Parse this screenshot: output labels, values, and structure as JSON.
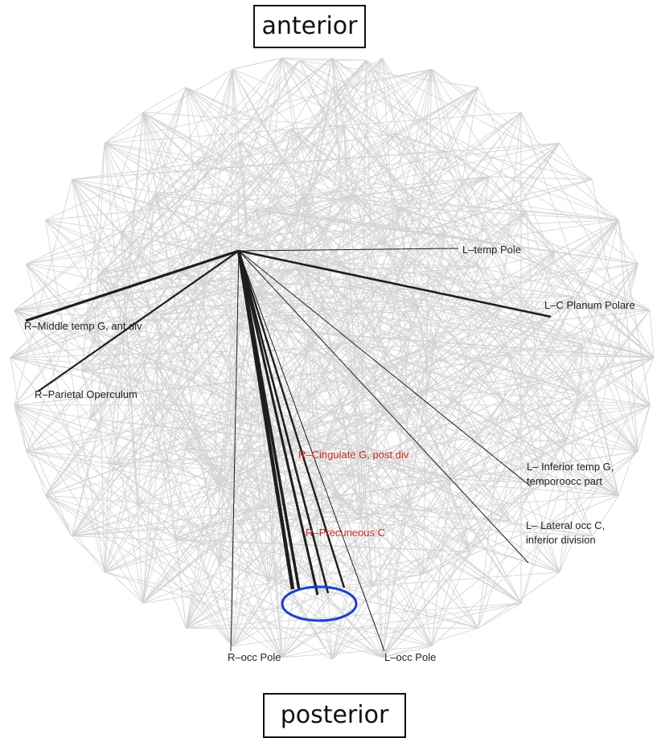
{
  "orientation": {
    "top": "anterior",
    "bottom": "posterior"
  },
  "colors": {
    "background_edge": "#d2d2d2",
    "highlight_edge": "#1e1e1e",
    "red_label": "#e0281f",
    "focus_ellipse": "#1d3fd1"
  },
  "labels": {
    "l_temp_pole": "L–temp Pole",
    "l_c_planum_polare": "L–C Planum Polare",
    "r_middle_temp": "R–Middle temp G, ant div",
    "r_parietal_operculum": "R–Parietal Operculum",
    "r_cingulate": "R–Cingulate G, post div",
    "l_inferior_temp_line1": "L– Inferior temp G,",
    "l_inferior_temp_line2": "temporoocc part",
    "r_precuneous": "R–Precuneous C",
    "l_lateral_occ_line1": "L– Lateral occ C,",
    "l_lateral_occ_line2": "inferior division",
    "r_occ_pole": "R–occ Pole",
    "l_occ_pole": "L–occ Pole"
  }
}
